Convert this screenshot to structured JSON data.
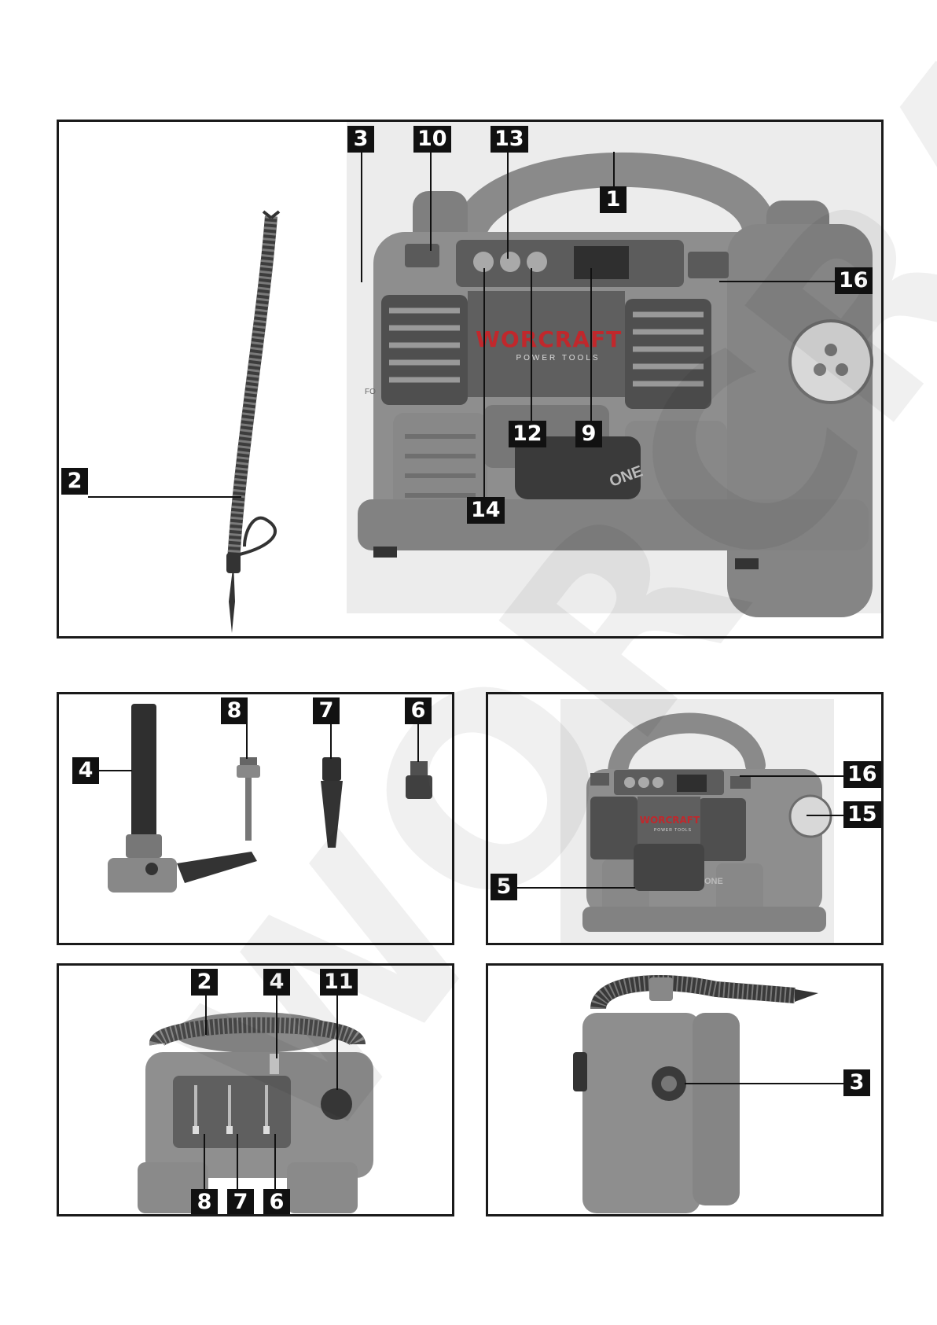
{
  "watermark": "WORCRAFT",
  "figure1": {
    "labels": {
      "l3": "3",
      "l10": "10",
      "l13": "13",
      "l1": "1",
      "l16": "16",
      "l2": "2",
      "l12": "12",
      "l9": "9",
      "l14": "14"
    },
    "brand": "WORCRAFT",
    "brand_sub": "POWER TOOLS",
    "battery_text": "ONE",
    "side_text": "FO"
  },
  "figure2": {
    "labels": {
      "l8": "8",
      "l7": "7",
      "l6": "6",
      "l4": "4"
    }
  },
  "figure3": {
    "labels": {
      "l16": "16",
      "l15": "15",
      "l5": "5"
    },
    "brand": "WORCRAFT",
    "brand_sub": "POWER TOOLS",
    "battery_text": "ONE"
  },
  "figure4": {
    "labels": {
      "l2": "2",
      "l4": "4",
      "l11": "11",
      "l8": "8",
      "l7": "7",
      "l6": "6"
    }
  },
  "figure5": {
    "labels": {
      "l3": "3"
    }
  },
  "colors": {
    "device_gray": "#8f8f8f",
    "panel_dark": "#555555",
    "brand_red": "#c0282c",
    "label_bg": "#111111"
  }
}
